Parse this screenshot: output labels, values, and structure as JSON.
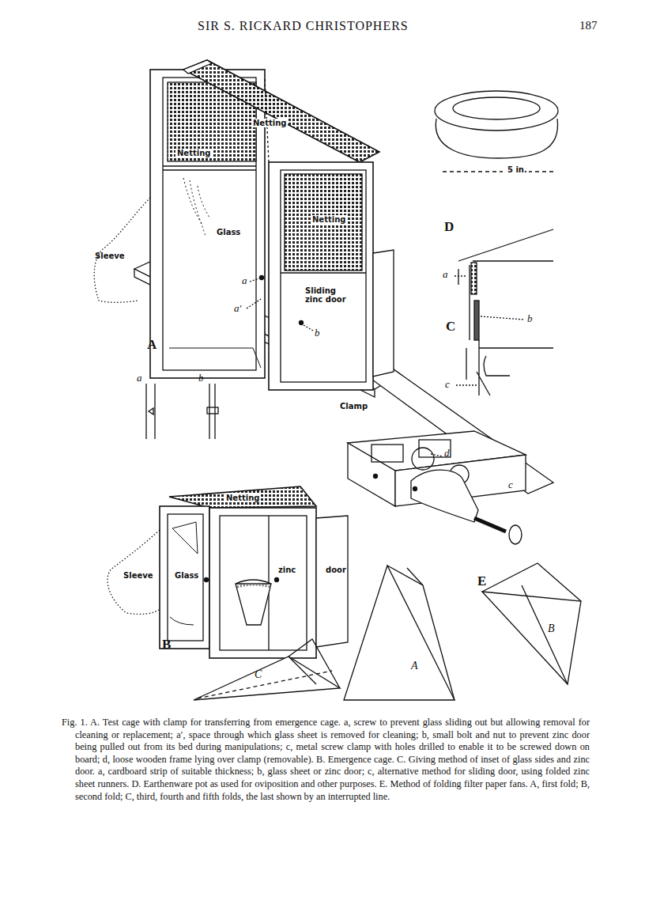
{
  "diagram": {
    "caption": "Fig. 1. A. Test cage with clamp for transferring from emergence cage. a, screw to prevent glass sliding out but allowing removal for cleaning or replacement; a′, space through which glass sheet is removed for cleaning; b, small bolt and nut to prevent zinc door being pulled out from its bed during manipulations; c, metal screw clamp with holes drilled to enable it to be screwed down on board; d, loose wooden frame lying over clamp (removable). B. Emergence cage. C. Giving method of inset of glass sides and zinc door. a, cardboard strip of suitable thickness; b, glass sheet or zinc door; c, alternative method for sliding door, using folded zinc sheet runners. D. Earthenware pot as used for oviposition and other purposes. E. Method of folding filter paper fans. A, first fold; B, second fold; C, third, fourth and fifth folds, the last shown by an interrupted line.",
    "labels": [
      "SIR S. RICKARD CHRISTOPHERS",
      "187",
      "Netting",
      "Netting",
      "Netting",
      "Glass",
      "Sleeve",
      "a",
      "a′",
      "Sliding zinc door",
      "b",
      "A",
      "a",
      "b",
      "Clamp",
      "d",
      "c",
      "5 in.",
      "D",
      "a",
      "b",
      "C",
      "c",
      "Sleeve",
      "Glass",
      "Netting",
      "zinc",
      "door",
      "B",
      "E",
      "A",
      "B",
      "C"
    ]
  }
}
